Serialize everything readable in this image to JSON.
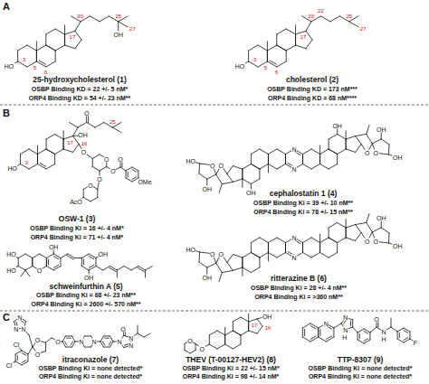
{
  "diagram": {
    "labels": [
      "A",
      "HO",
      "OH",
      "3",
      "5",
      "6",
      "17",
      "20",
      "25",
      "27",
      "25-hydroxycholesterol (1)",
      "OSBP Binding KD = 22 +/- 5 nM*",
      "ORP4 Binding KD = 54 +/- 23 nM**",
      "HO",
      "3",
      "5",
      "6",
      "17",
      "20",
      "22",
      "25",
      "27",
      "cholesterol (2)",
      "OSBP Binding KD = 173 nM***",
      "ORP4 Binding KD = 68 nM****",
      "B",
      "HO",
      "O",
      "OH",
      "O",
      "O",
      "O",
      "O",
      "AcO",
      "O",
      "O",
      "OMe",
      "3",
      "16",
      "17",
      "25",
      "OSW-1 (3)",
      "OSBP Binding Ki = 16 +/- 4 nM*",
      "ORP4 Binding Ki = 71 +/- 4 nM*",
      "N",
      "N",
      "OH",
      "O",
      "O",
      "OH",
      "OH",
      "OH",
      "O",
      "O",
      "OH",
      "HO",
      "cephalostatin 1 (4)",
      "OSBP Binding Ki = 39 +/- 10 nM**",
      "ORP4 Binding Ki = 78 +/- 15 nM**",
      "HO",
      "HO",
      "O",
      "OH",
      "OH",
      "OH",
      "schweinfurthin A (5)",
      "OSBP Binding Ki = 68 +/- 23 nM**",
      "ORP4 Binding Ki = 2600 +/- 570 nM**",
      "N",
      "N",
      "O",
      "O",
      "OH",
      "OH",
      "O",
      "O",
      "OH",
      "HO",
      "ritterazine B (6)",
      "OSBP Binding Ki = 28 +/- 4 nM**",
      "ORP4 Binding Ki = >360 nM**",
      "C",
      "N",
      "N",
      "N",
      "O",
      "O",
      "Cl",
      "Cl",
      "O",
      "N",
      "N",
      "N",
      "N",
      "N",
      "O",
      "itraconazole (7)",
      "OSBP Binding Ki = none detected*",
      "ORP4 Binding Ki = none detected*",
      "O",
      "O",
      "OH",
      "16",
      "17",
      "THEV (T-00127-HEV2) (8)",
      "OSBP Binding Ki = 22 +/- 15 nM*",
      "ORP4 Binding Ki = 98 +/- 14 nM*",
      "N",
      "N",
      "N",
      "H",
      "O",
      "N",
      "H",
      "F",
      "TTP-8307 (9)",
      "OSBP Binding Ki = none detected*",
      "ORP4 Binding Ki = none detected*"
    ]
  }
}
